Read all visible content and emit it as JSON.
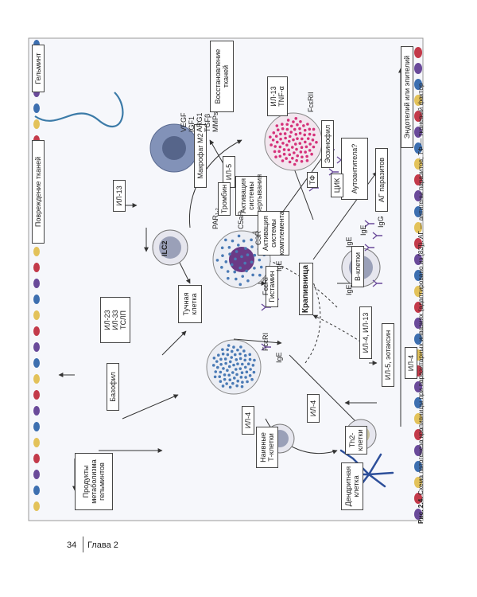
{
  "page": {
    "number": "34",
    "chapter": "Глава 2"
  },
  "caption": {
    "label": "Рис. 2.4.",
    "text": " Схема патогенеза крапивницы при паразитарных инвазиях (адаптировано из [83]). АГ — антигены паразитов; ТФ — тканевый фактор"
  },
  "boxes": {
    "helminth": "Гельминт",
    "tissue_damage": "Повреждение тканей",
    "endothelium": "Эндотелий или эпителий",
    "il13_top": "ИЛ-13",
    "recovery": "Восстановление\nтканей",
    "metabolism": "Продукты\nметаболизма\nгельминтов",
    "cytokines_il23": "ИЛ-23\nИЛ-33\nТСЛП",
    "basophil": "Базофил",
    "mast_cell": "Тучная\nклетка",
    "macrophage": "Макрофаг М2",
    "il5": "ИЛ-5",
    "thrombin": "Тромбин",
    "coag": "Активация\nсистемы\nсвертывания",
    "complement": "Активация\nсистемы\nкомплемента",
    "autoantibodies": "Аутоантитела?",
    "il13_tnf": "ИЛ-13\nTNF-α",
    "eosinophil": "Эозинофил",
    "tf": "ТФ",
    "cik": "ЦИК",
    "ag_parasites": "АГ паразитов",
    "histamine": "Гистамин",
    "urticaria": "Крапивница",
    "il4_il13": "ИЛ-4, ИЛ-13",
    "il5_eotaxin": "ИЛ-5, эотаксин",
    "il4_right": "ИЛ-4",
    "il4_left_a": "ИЛ-4",
    "il4_left_b": "ИЛ-4",
    "naive_t": "Наивные\nТ-клетки",
    "th2": "Th2-\nклетки",
    "dendritic": "Дендритная\nклетка",
    "b_cells": "В-клетки"
  },
  "labels": {
    "growth_factors": "VEGF\nIGF1\nARG1\nTGFβ\nMMPs",
    "lc2": "ILC2",
    "par": "PAR₁,₂",
    "c5ar": "C5aR",
    "c3r": "C3R",
    "fceri_mast": "FcεRI",
    "fceri_baso": "FcεRI",
    "fceri_eos": "FcεRII",
    "ige_mast": "IgE",
    "ige_baso": "IgE",
    "ige_b1": "IgE",
    "ige_b2": "IgE",
    "ige_b3": "IgE",
    "igg": "IgG"
  },
  "colors": {
    "red_cell": "#c33a4a",
    "purple_cell": "#6a4a9a",
    "blue_cell": "#3d6fb0",
    "yellow_cell": "#e3c25a",
    "cell_fill": "#e9e9ef",
    "mast_nucleus": "#6b3a86",
    "eos_granule": "#d5327a",
    "baso_granule": "#4a7ab5",
    "macrophage": "#6c7fa8",
    "dendritic": "#2d4f9a",
    "helminth": "#3c7ba8"
  }
}
